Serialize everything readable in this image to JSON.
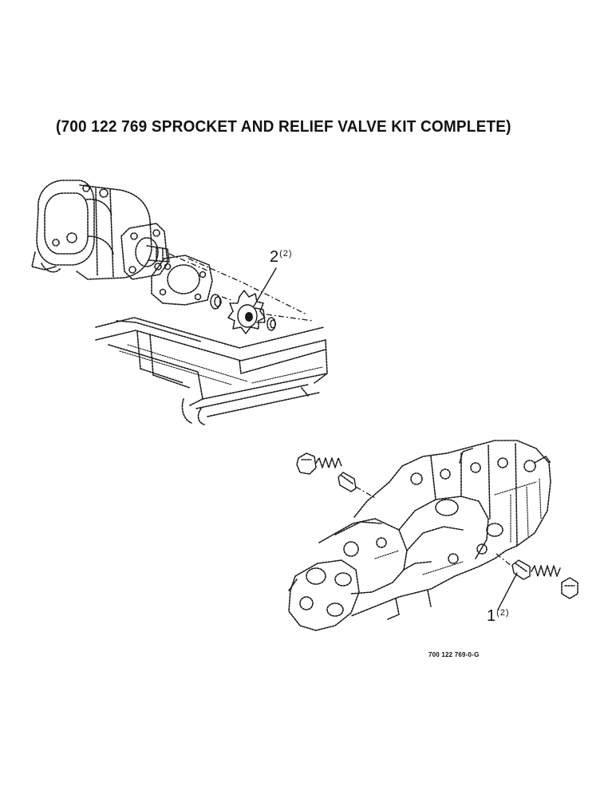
{
  "title": "(700 122 769 SPROCKET AND RELIEF VALVE KIT COMPLETE)",
  "callouts": [
    {
      "item": "2",
      "qty": "(2)"
    },
    {
      "item": "1",
      "qty": "(2)"
    }
  ],
  "figure_id": "700 122 769-0-G"
}
